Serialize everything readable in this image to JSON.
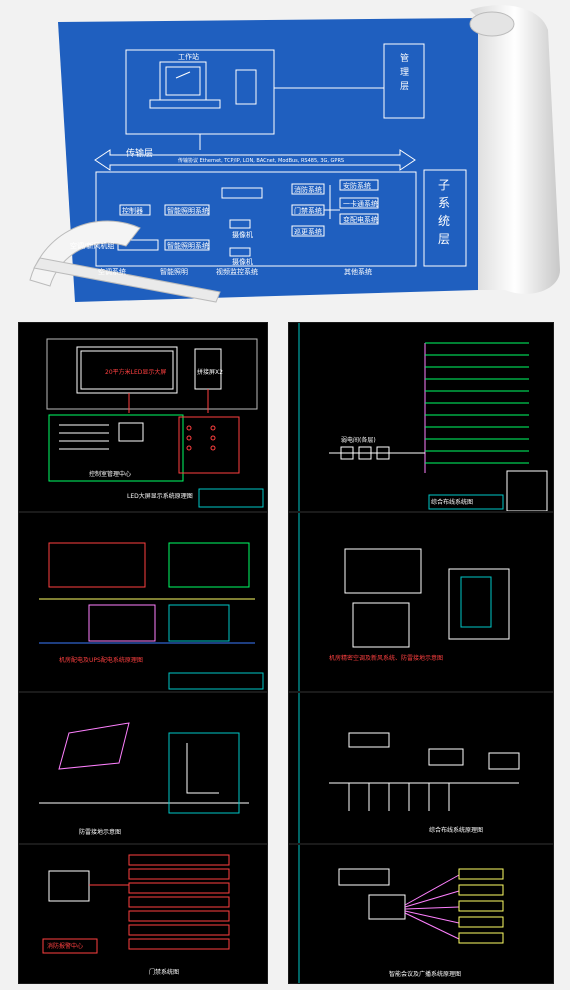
{
  "blueprint": {
    "workstation_label": "工作站",
    "mgmt_layer_label": "管\n理\n层",
    "transport_label": "传输层",
    "protocol_text": "传输协议 Ethernet, TCP/IP, LON, BACnet, ModBus, RS485, 3G, GPRS",
    "subsystem_label": "子\n系\n统\n层",
    "left_boxes": [
      "控制器",
      "空调/新风机组"
    ],
    "left_group_label": "空调系统",
    "mid_boxes": [
      "智能照明系统",
      "智能照明系统"
    ],
    "mid_group_label": "智能照明",
    "cam_boxes": [
      "摄像机",
      "摄像机"
    ],
    "cam_group_label": "视频监控系统",
    "right_boxes_a": [
      "消防系统",
      "门禁系统",
      "巡更系统"
    ],
    "right_boxes_b": [
      "安防系统",
      "一卡通系统",
      "变配电系统"
    ],
    "right_group_label": "其他系统",
    "colors": {
      "blueprint": "#1f5fbf",
      "line": "#ffffff"
    }
  },
  "panels": [
    {
      "id": "p1",
      "title": "LED大屏显示系统原理图",
      "screen_label": "20平方米LED显示大屏",
      "side_label": "拼接屏X2",
      "control_label": "控制室管理中心"
    },
    {
      "id": "p2",
      "title": "综合布线系统图",
      "note_label": "弱电间(各层)"
    },
    {
      "id": "p3",
      "title": "机房配电及UPS配电系统原理图"
    },
    {
      "id": "p4",
      "title": "机房精密空调及新风系统、防雷接地示意图"
    },
    {
      "id": "p5",
      "title": "防雷接地示意图"
    },
    {
      "id": "p6",
      "title": "综合布线系统原理图"
    },
    {
      "id": "p7",
      "title": "门禁系统图",
      "alert_label": "消防报警中心"
    },
    {
      "id": "p8",
      "title": "智能会议及广播系统原理图"
    }
  ]
}
